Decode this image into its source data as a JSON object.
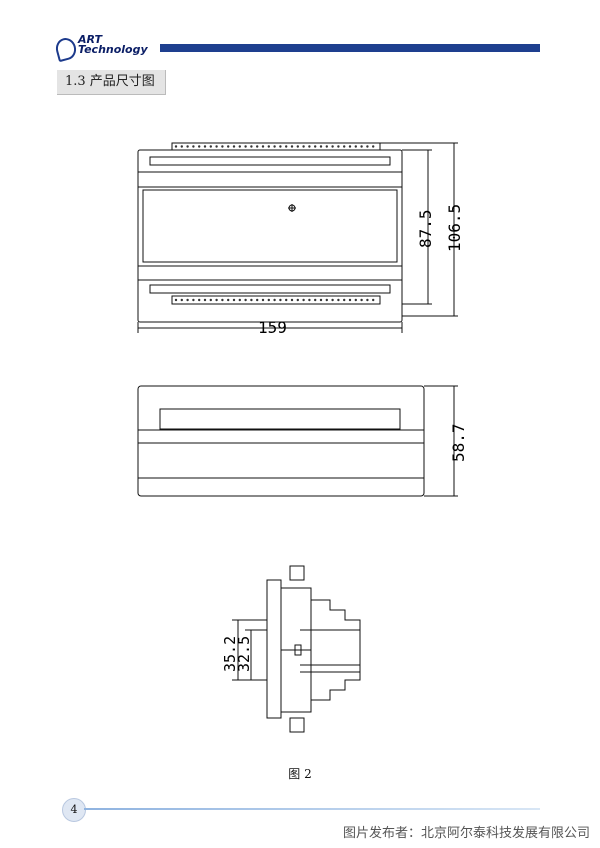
{
  "header": {
    "logo_line1": "ART",
    "logo_line2": "Technology",
    "accent_color": "#1e3f8f"
  },
  "section": {
    "title": "1.3  产品尺寸图"
  },
  "figures": {
    "front_view": {
      "width_label": "159",
      "inner_height_label": "87.5",
      "outer_height_label": "106.5"
    },
    "side_view": {
      "height_label": "58.7"
    },
    "profile_view": {
      "dim1_label": "35.2",
      "dim2_label": "32.5"
    },
    "caption": "图 2"
  },
  "footer": {
    "page_number": "4",
    "note": "图片发布者：北京阿尔泰科技发展有限公司"
  }
}
